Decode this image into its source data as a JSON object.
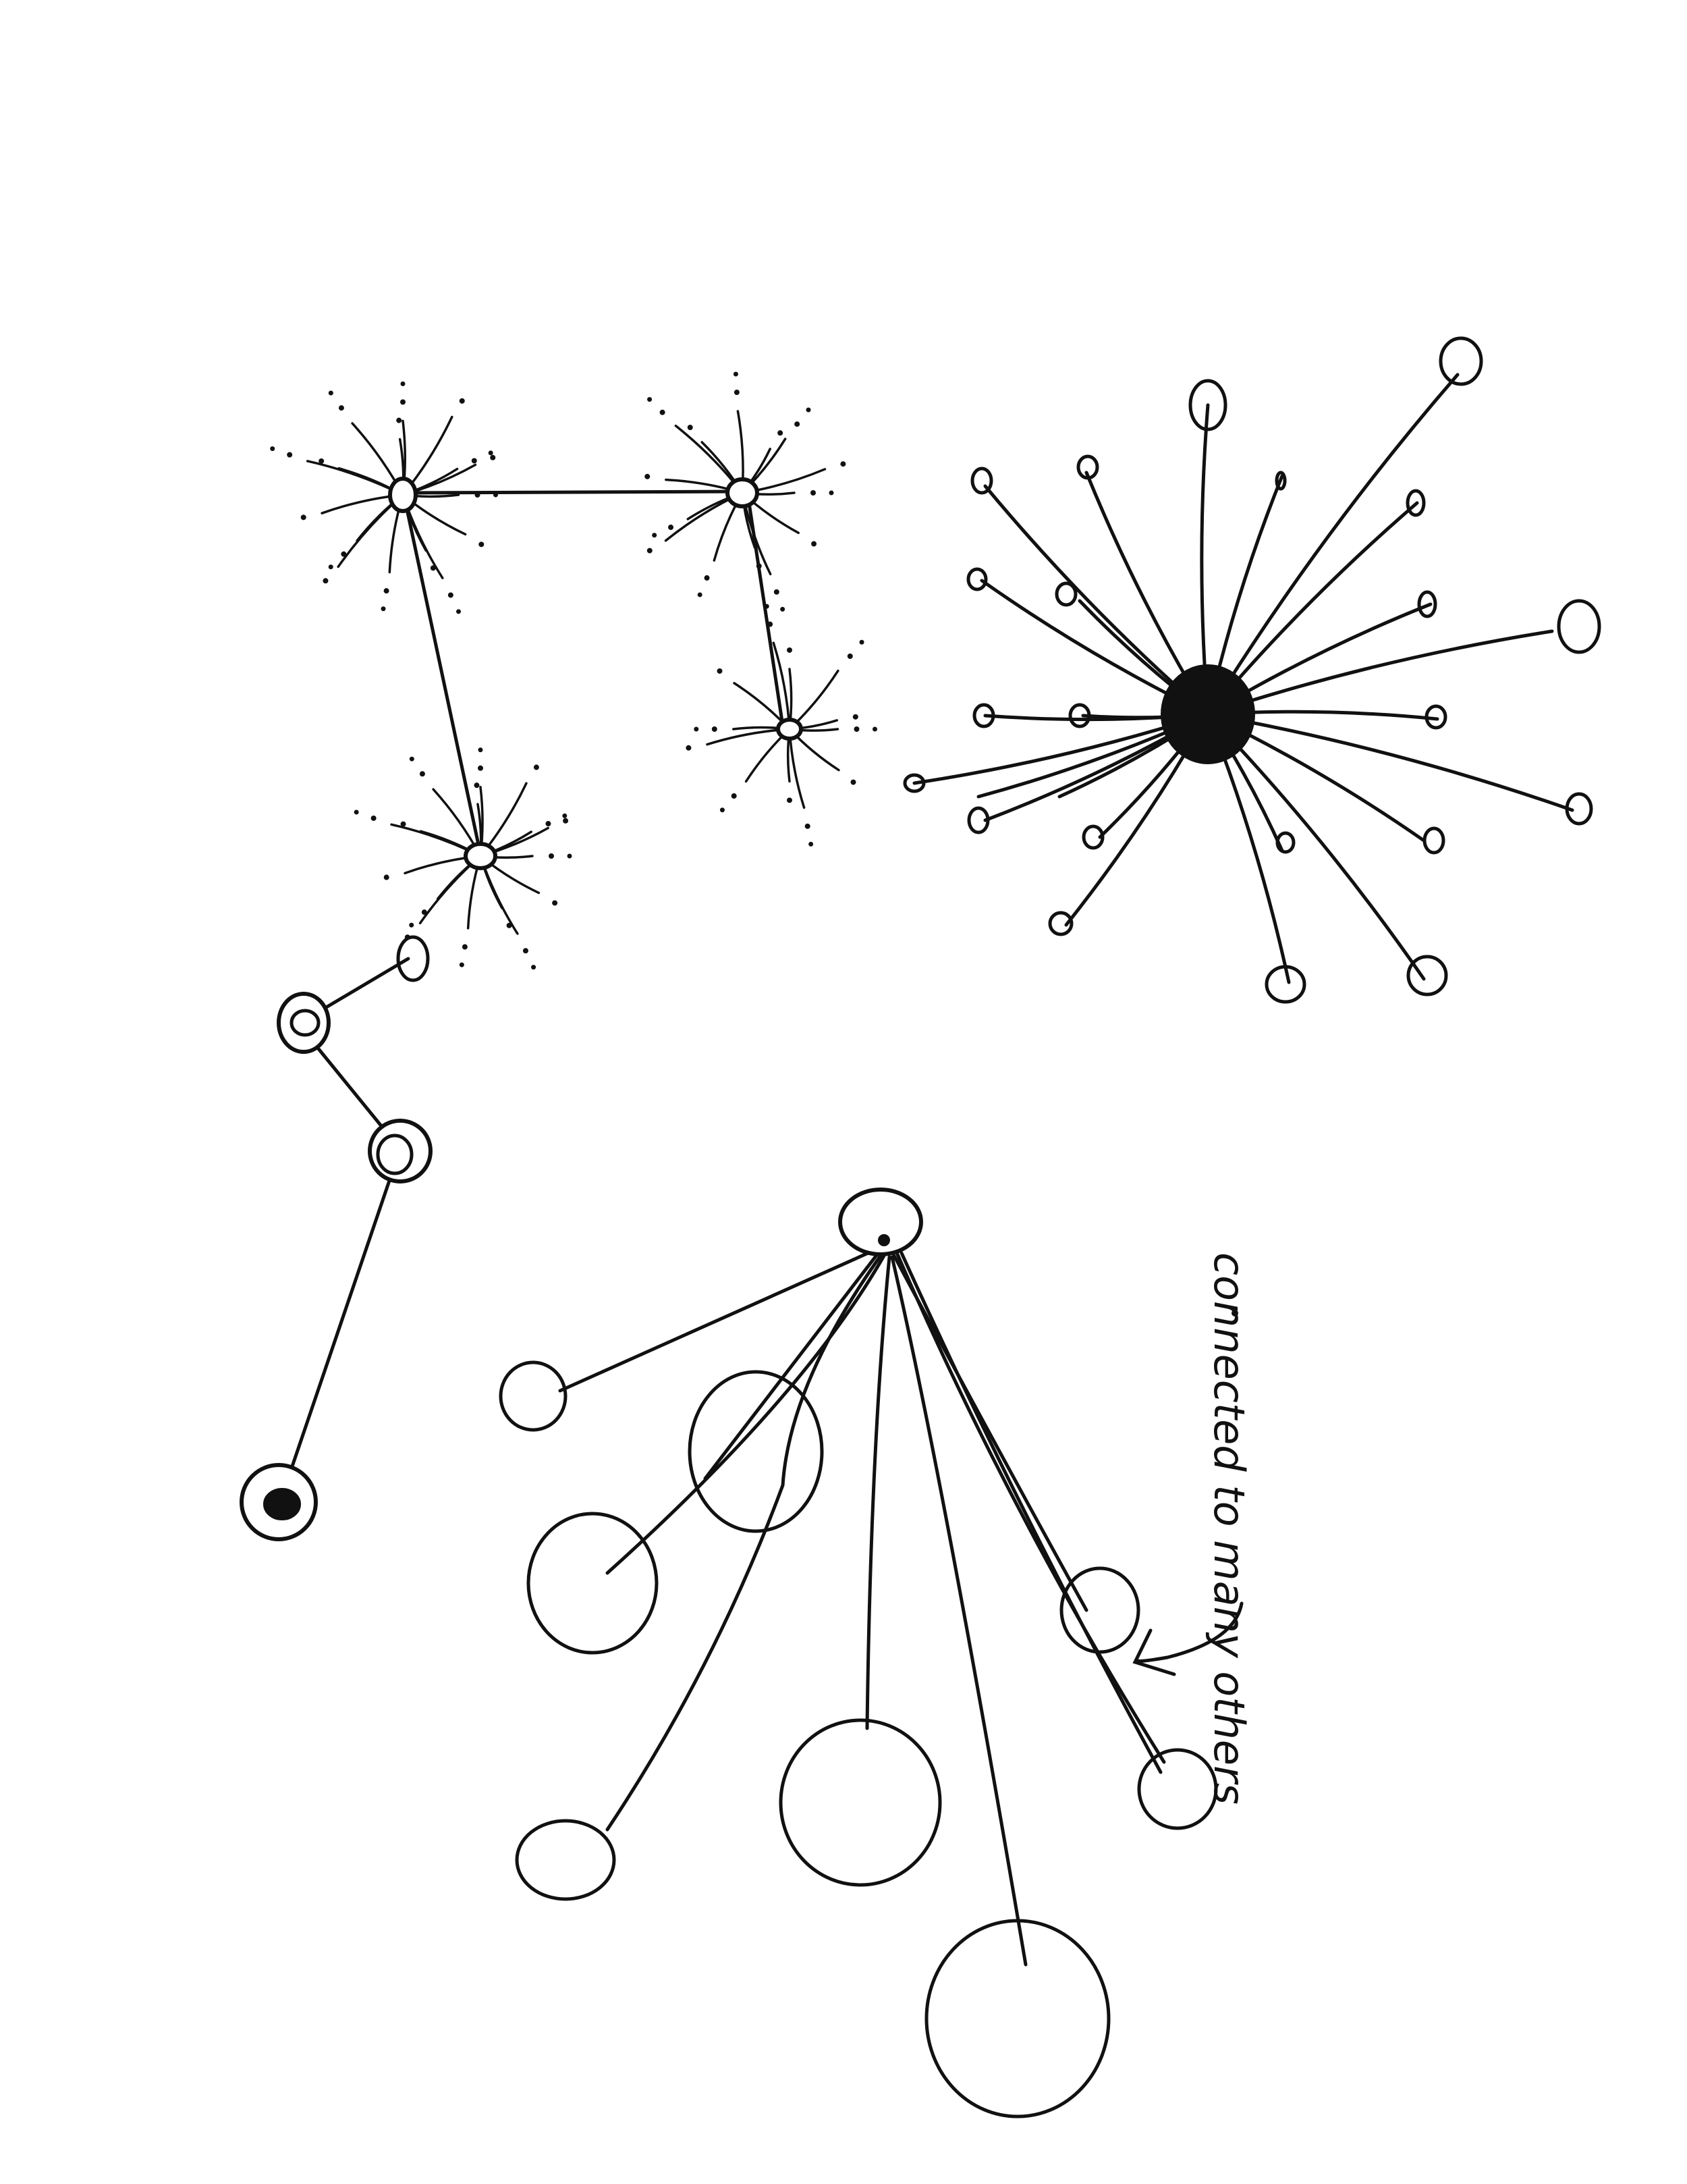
{
  "annotation": {
    "text": "connected to many others",
    "arrow_target": "smaller node on right side of the fan-out cluster"
  },
  "colors": {
    "ink": "#111111",
    "paper": "#ffffff"
  },
  "clusters": [
    {
      "id": "four-hub-network",
      "hubs": 4,
      "links_between_hubs": 3
    },
    {
      "id": "big-central-hub",
      "spokes": 24
    },
    {
      "id": "chain",
      "nodes": 4
    },
    {
      "id": "fan-out",
      "children": 8
    }
  ]
}
